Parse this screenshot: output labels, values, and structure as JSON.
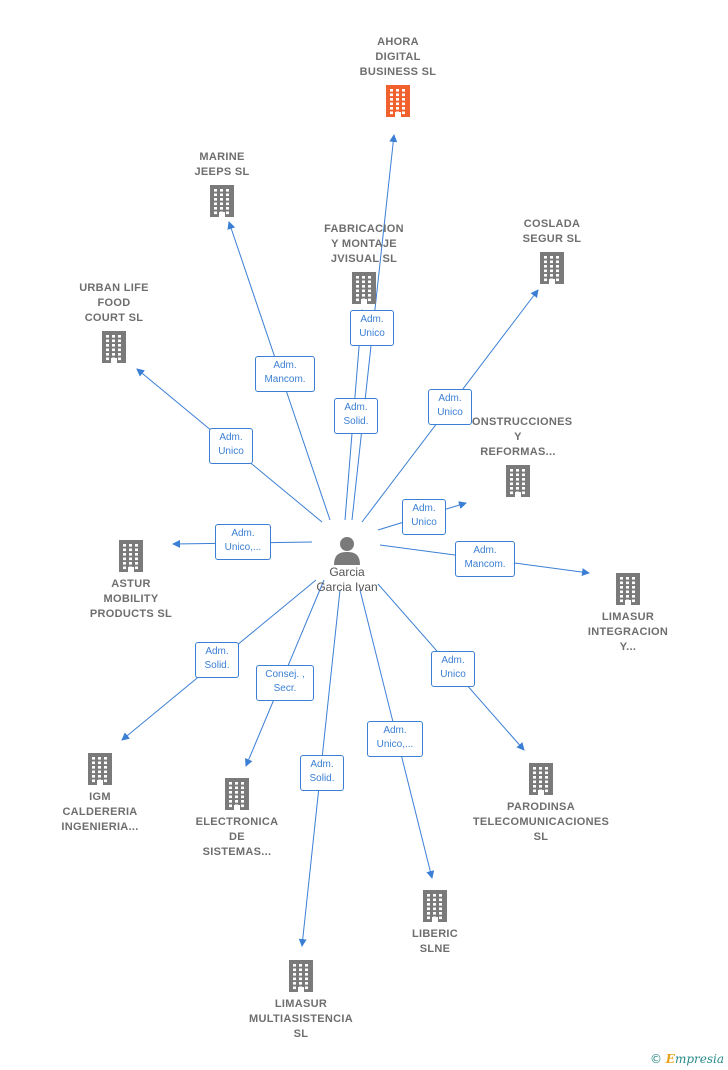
{
  "colors": {
    "edge": "#3b7fd4",
    "building": "#7a7a7a",
    "focus_building": "#f0612e",
    "text": "#6e6e6e"
  },
  "person": {
    "name": "Garcia\nGarcia Ivan",
    "icon": "person-icon"
  },
  "companies": [
    {
      "id": "ahora",
      "name": "AHORA\nDIGITAL\nBUSINESS  SL",
      "highlight": true
    },
    {
      "id": "marine",
      "name": "MARINE\nJEEPS SL",
      "highlight": false
    },
    {
      "id": "fabricacion",
      "name": "FABRICACION\nY MONTAJE\nJVISUAL  SL",
      "highlight": false
    },
    {
      "id": "coslada",
      "name": "COSLADA\nSEGUR SL",
      "highlight": false
    },
    {
      "id": "urban",
      "name": "URBAN LIFE\nFOOD\nCOURT SL",
      "highlight": false
    },
    {
      "id": "construcciones",
      "name": "CONSTRUCCIONES\nY\nREFORMAS...",
      "highlight": false
    },
    {
      "id": "astur",
      "name": "ASTUR\nMOBILITY\nPRODUCTS  SL",
      "highlight": false
    },
    {
      "id": "limasur_int",
      "name": "LIMASUR\nINTEGRACION\nY...",
      "highlight": false
    },
    {
      "id": "igm",
      "name": "IGM\nCALDERERIA\nINGENIERIA...",
      "highlight": false
    },
    {
      "id": "electronica",
      "name": "ELECTRONICA\nDE\nSISTEMAS...",
      "highlight": false
    },
    {
      "id": "parodinsa",
      "name": "PARODINSA\nTELECOMUNICACIONES\nSL",
      "highlight": false
    },
    {
      "id": "liberic",
      "name": "LIBERIC\nSLNE",
      "highlight": false
    },
    {
      "id": "limasur_multi",
      "name": "LIMASUR\nMULTIASISTENCIA\nSL",
      "highlight": false
    }
  ],
  "relations": [
    {
      "to": "ahora",
      "role": "Adm.\nSolid."
    },
    {
      "to": "marine",
      "role": "Adm.\nMancom."
    },
    {
      "to": "fabricacion",
      "role": "Adm.\nUnico"
    },
    {
      "to": "coslada",
      "role": "Adm.\nUnico"
    },
    {
      "to": "urban",
      "role": "Adm.\nUnico"
    },
    {
      "to": "construcciones",
      "role": "Adm.\nUnico"
    },
    {
      "to": "astur",
      "role": "Adm.\nUnico,..."
    },
    {
      "to": "limasur_int",
      "role": "Adm.\nMancom."
    },
    {
      "to": "igm",
      "role": "Adm.\nSolid."
    },
    {
      "to": "electronica",
      "role": "Consej. ,\nSecr."
    },
    {
      "to": "parodinsa",
      "role": "Adm.\nUnico"
    },
    {
      "to": "liberic",
      "role": "Adm.\nUnico,..."
    },
    {
      "to": "limasur_multi",
      "role": "Adm.\nSolid."
    }
  ],
  "brand": {
    "copyright": "©",
    "name": "mpresia",
    "initial": "E"
  }
}
